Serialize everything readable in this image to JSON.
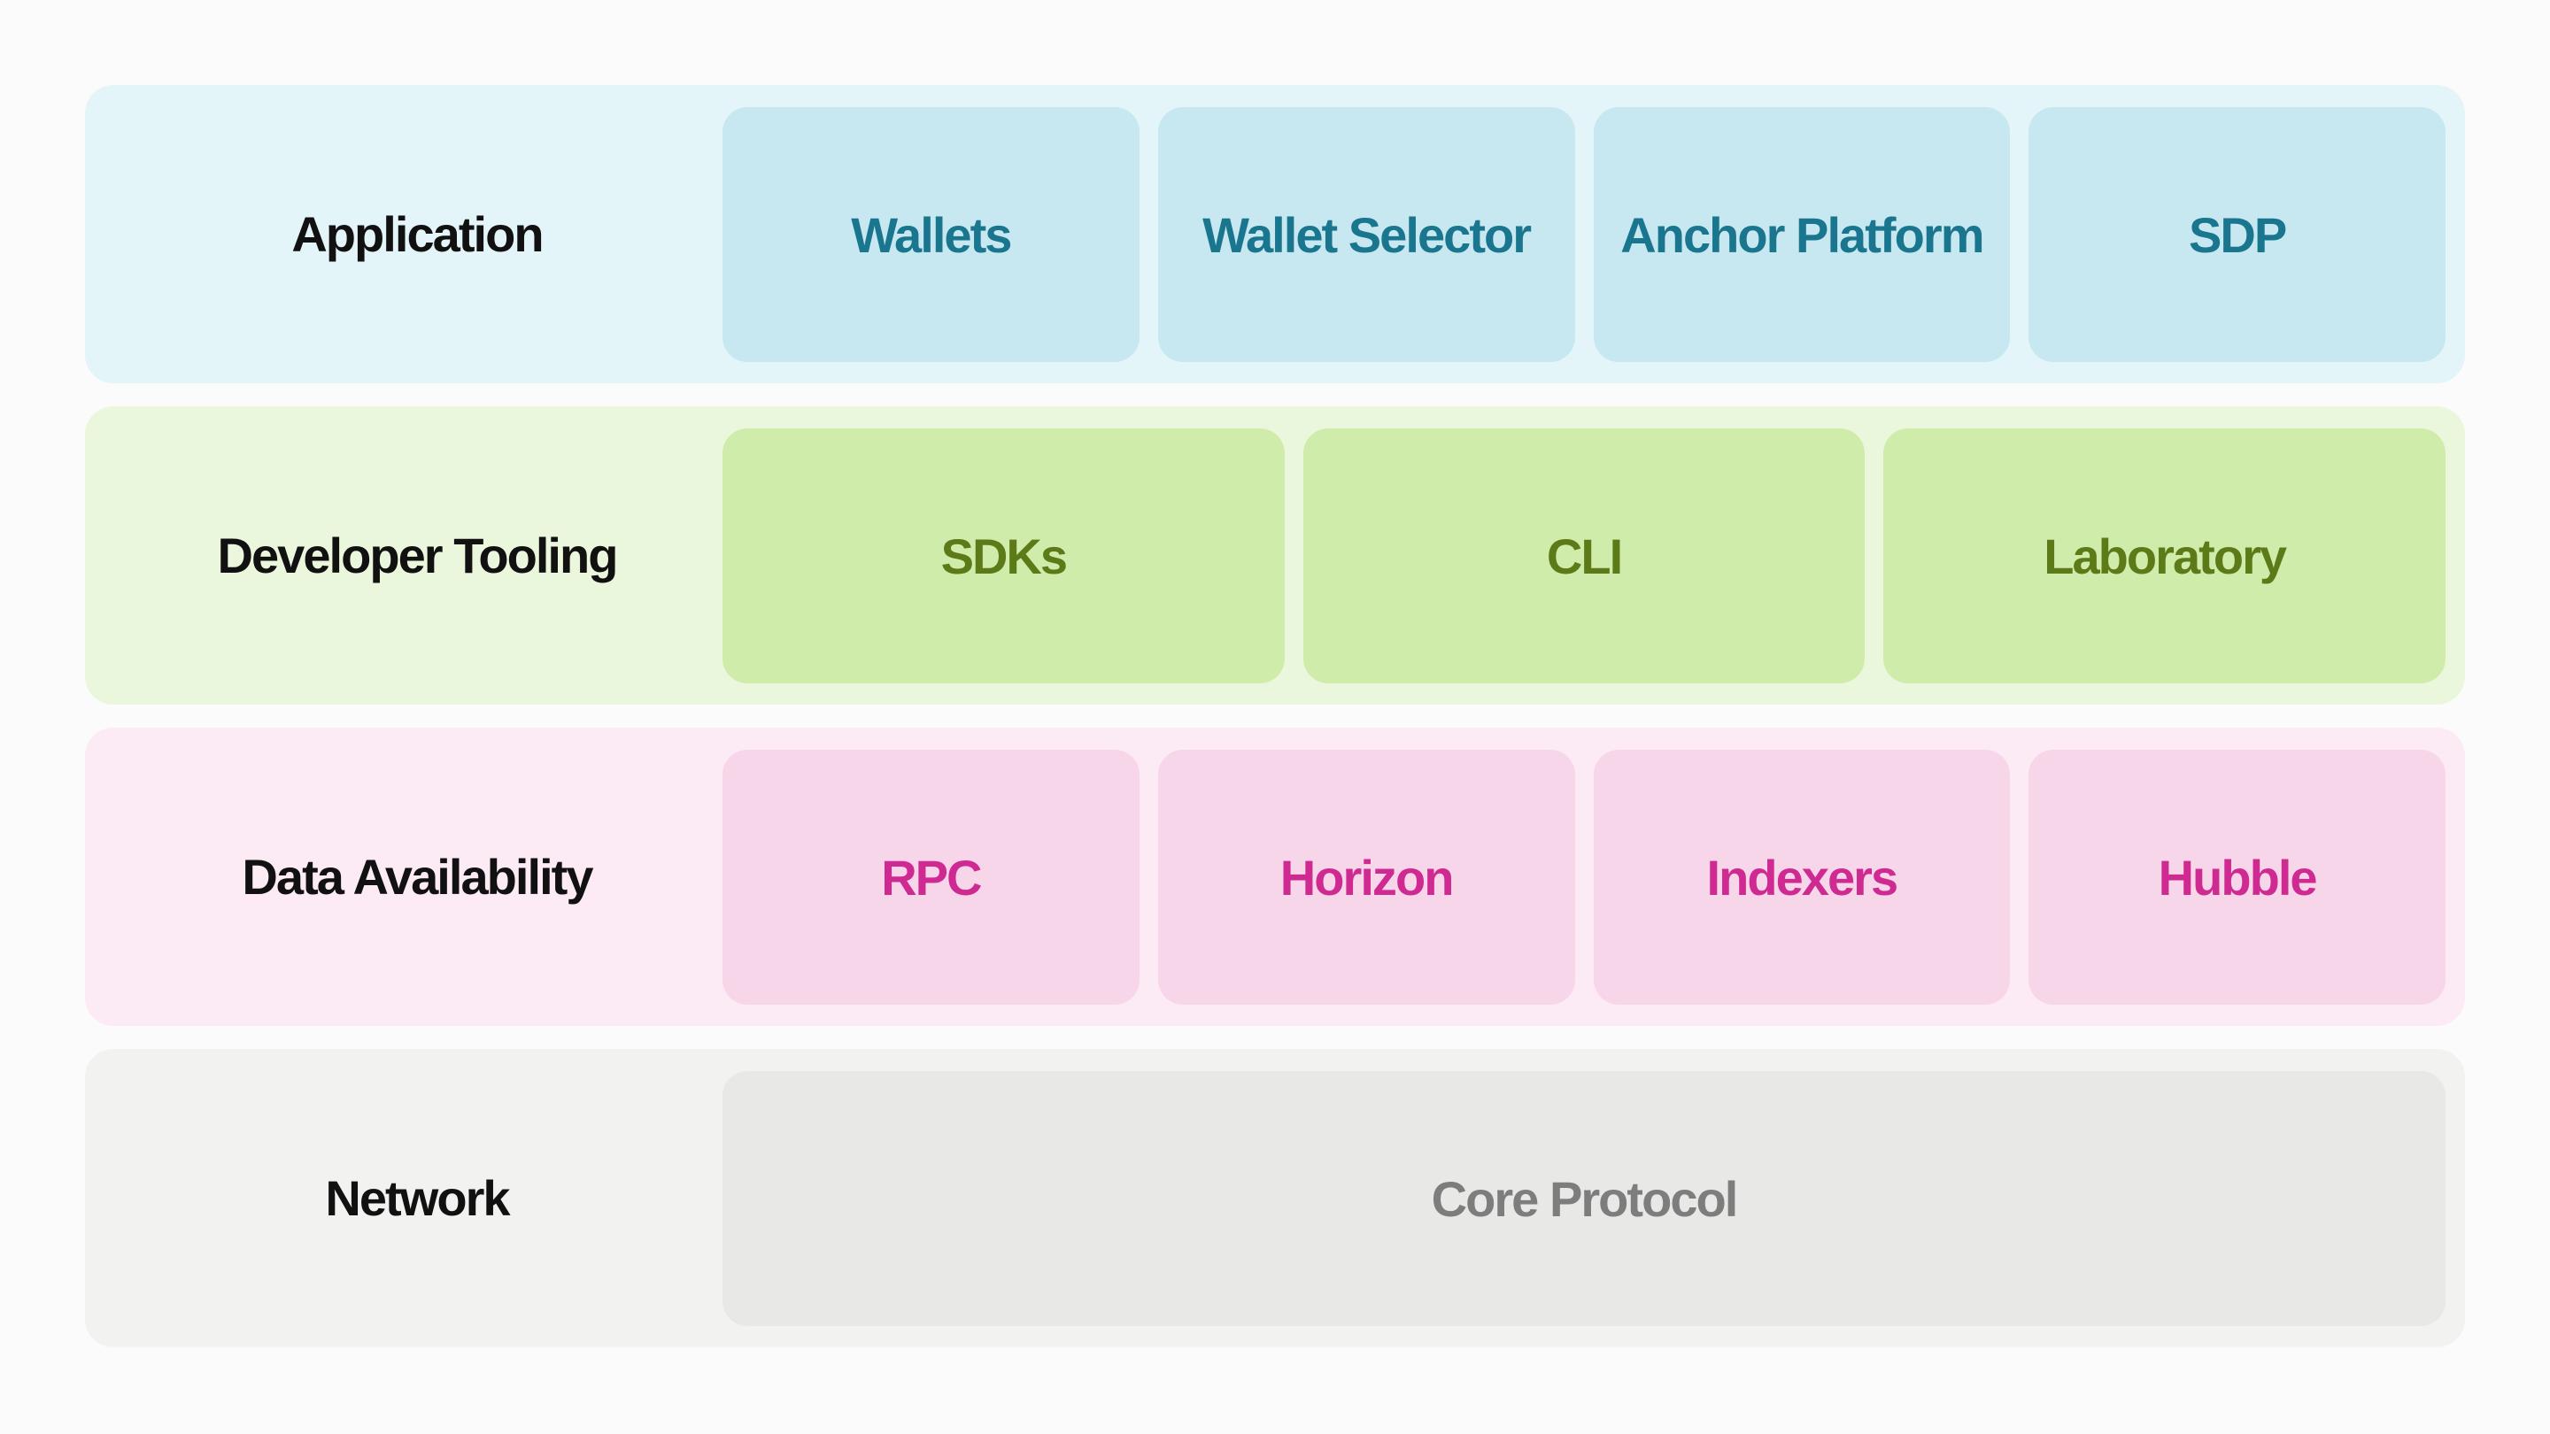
{
  "page": {
    "background": "#fbfbfb"
  },
  "diagram": {
    "rows": [
      {
        "label": "Application",
        "colors": {
          "band": "#e4f5fa",
          "chip": "#c7e8f0",
          "chip_text": "#1a768f",
          "label_text": "#111111"
        },
        "chips": [
          "Wallets",
          "Wallet Selector",
          "Anchor Platform",
          "SDP"
        ]
      },
      {
        "label": "Developer Tooling",
        "colors": {
          "band": "#ebf7dc",
          "chip": "#d0ecab",
          "chip_text": "#5c7b18",
          "label_text": "#111111"
        },
        "chips": [
          "SDKs",
          "CLI",
          "Laboratory"
        ]
      },
      {
        "label": "Data Availability",
        "colors": {
          "band": "#fcebf4",
          "chip": "#f8d6e9",
          "chip_text": "#cf2a91",
          "label_text": "#111111"
        },
        "chips": [
          "RPC",
          "Horizon",
          "Indexers",
          "Hubble"
        ]
      },
      {
        "label": "Network",
        "colors": {
          "band": "#f2f2f1",
          "chip": "#e8e8e7",
          "chip_text": "#7d7d7d",
          "label_text": "#111111"
        },
        "chips": [
          "Core Protocol"
        ]
      }
    ]
  }
}
